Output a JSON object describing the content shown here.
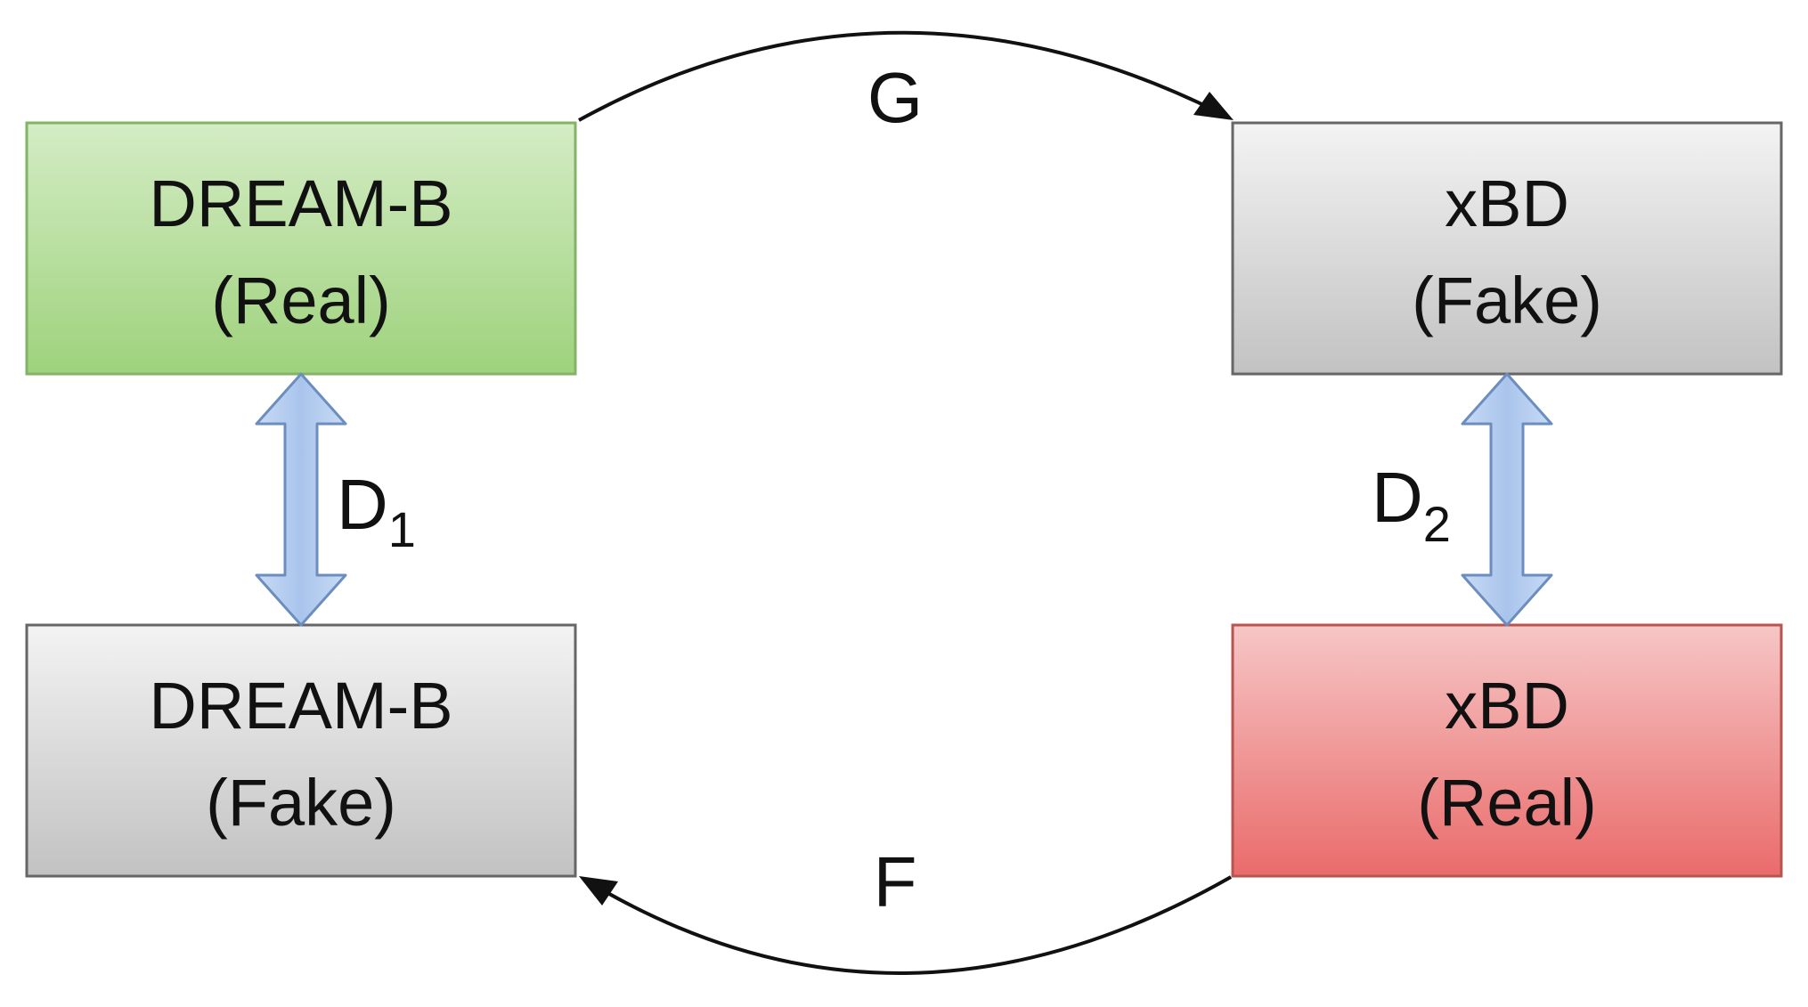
{
  "boxes": {
    "dream_real": {
      "line1": "DREAM-B",
      "line2": "(Real)"
    },
    "dream_fake": {
      "line1": "DREAM-B",
      "line2": "(Fake)"
    },
    "xbd_fake": {
      "line1": "xBD",
      "line2": "(Fake)"
    },
    "xbd_real": {
      "line1": "xBD",
      "line2": "(Real)"
    }
  },
  "edges": {
    "generator_g": "G",
    "generator_f": "F",
    "discriminator_1": {
      "main": "D",
      "sub": "1"
    },
    "discriminator_2": {
      "main": "D",
      "sub": "2"
    }
  },
  "colors": {
    "real_source": "#a3d480",
    "real_target": "#ee7b7b",
    "fake": "#cfcfcf",
    "discriminator_arrow": "#adc8ef"
  }
}
